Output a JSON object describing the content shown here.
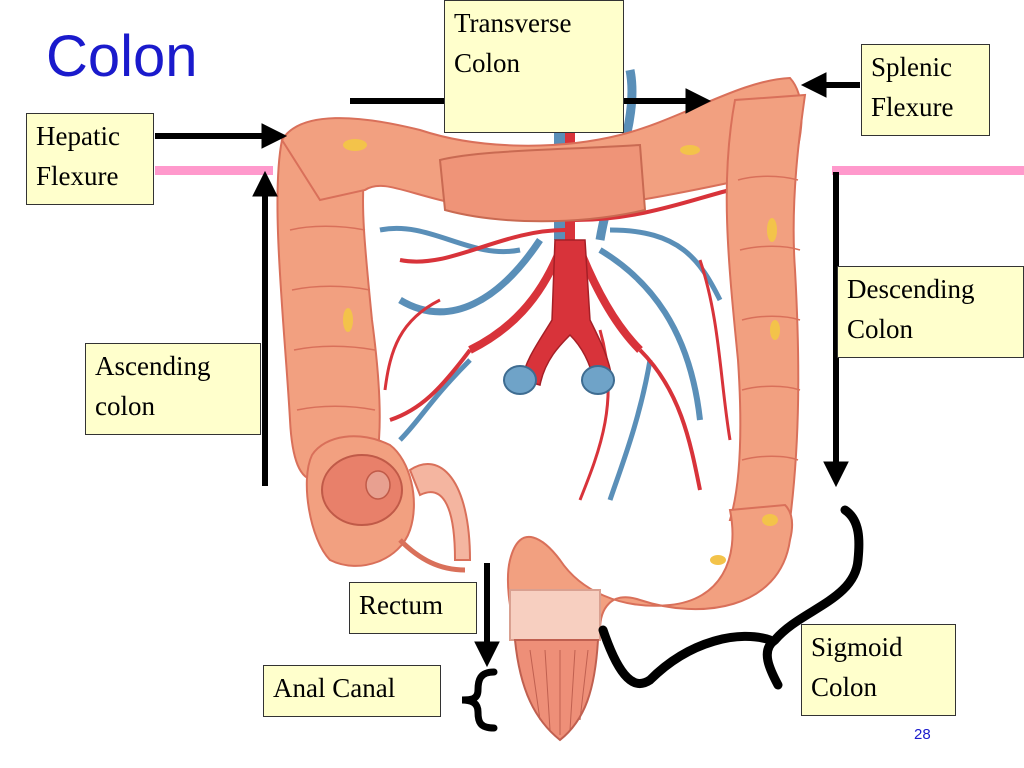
{
  "slide": {
    "title": "Colon",
    "page_number": "28"
  },
  "labels": {
    "transverse": [
      "Transverse",
      "Colon"
    ],
    "splenic": [
      "Splenic",
      "Flexure"
    ],
    "hepatic": [
      "Hepatic",
      "Flexure"
    ],
    "descending": [
      "Descending",
      "Colon"
    ],
    "ascending": [
      "Ascending",
      "colon"
    ],
    "rectum": "Rectum",
    "anal_canal": "Anal Canal",
    "sigmoid": [
      "Sigmoid",
      "Colon"
    ]
  },
  "colors": {
    "title": "#1a1acc",
    "label_fill": "#ffffcc",
    "guide_line": "#ff99cc",
    "colon_fill": "#f2a080",
    "colon_dark": "#d9705a",
    "artery": "#d8333a",
    "vein": "#5a8fb8"
  }
}
